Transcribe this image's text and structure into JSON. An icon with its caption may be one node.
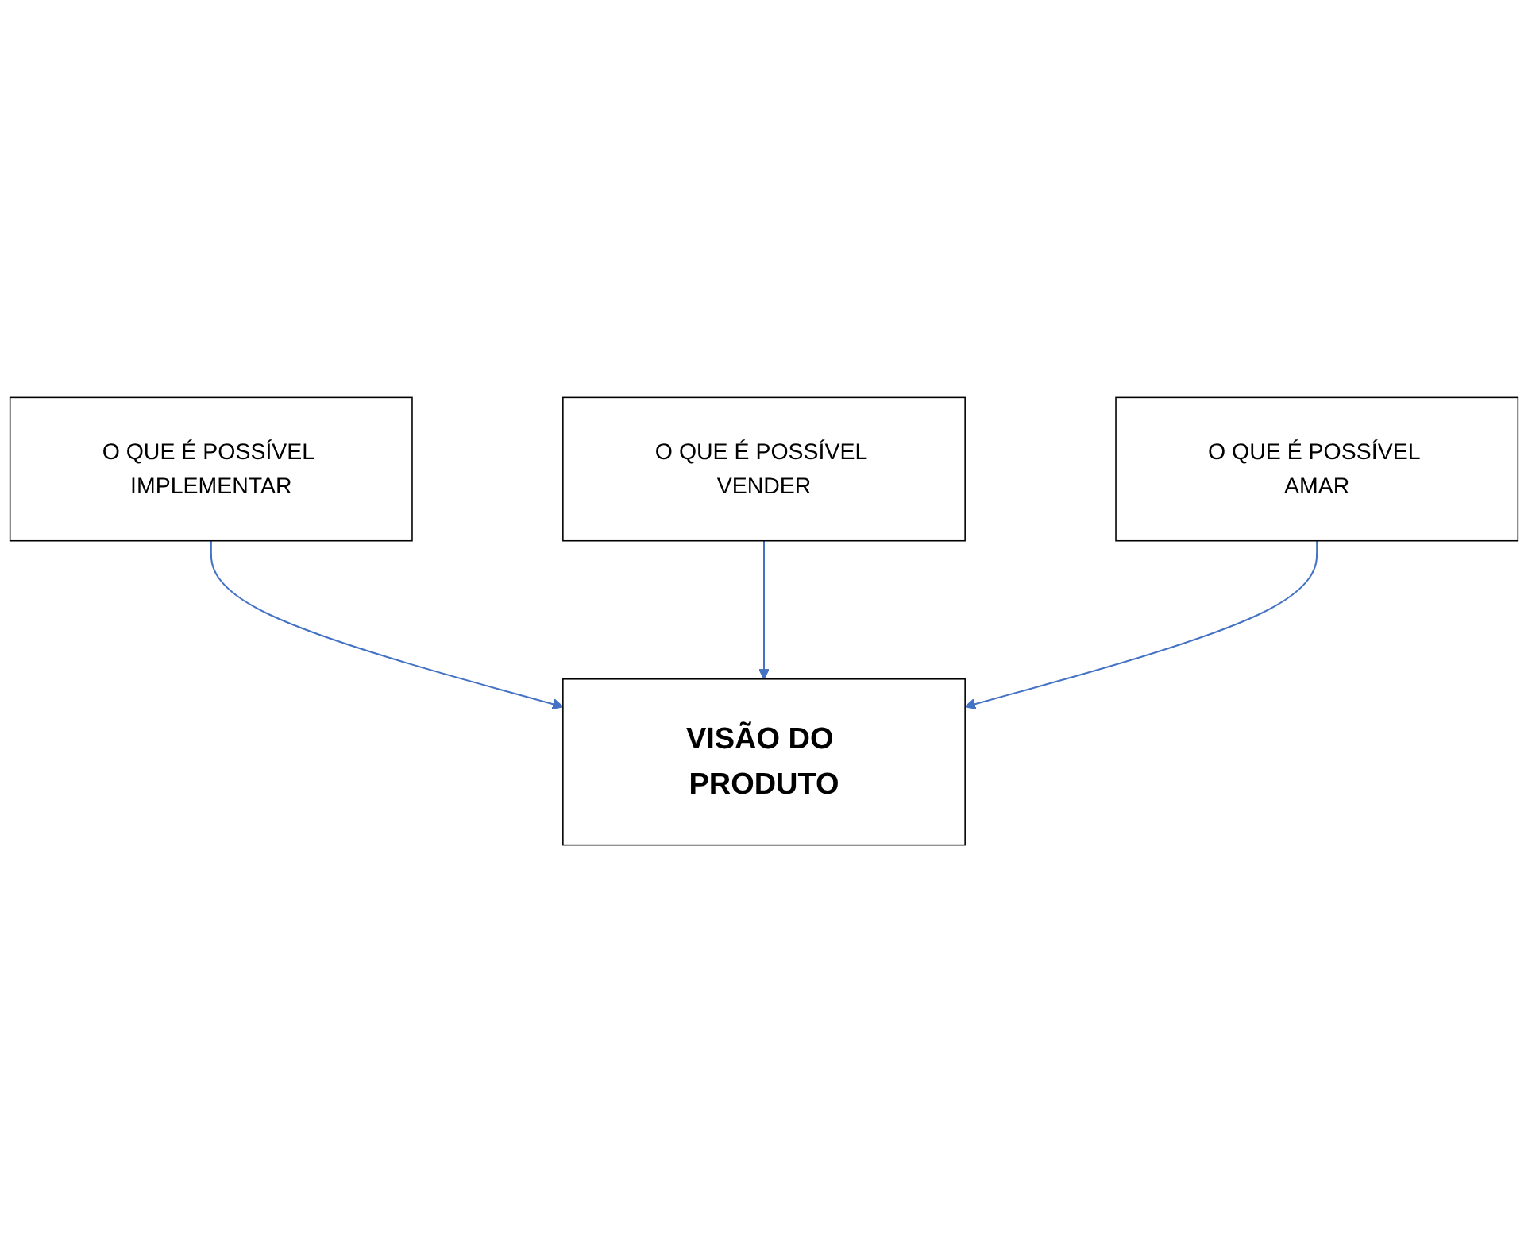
{
  "diagram": {
    "nodes": [
      {
        "text": [
          "O QUE É POSSÍVEL IMPLEMENTAR"
        ]
      },
      {
        "text": [
          "O QUE É POSSÍVEL VENDER"
        ]
      },
      {
        "text": [
          "VISÃO DO PRODUTO"
        ]
      },
      {
        "text": [
          "O QUE É POSSÍVEL AMAR"
        ]
      }
    ],
    "edges": [
      {
        "from": 0,
        "to": 2,
        "arrow": "to"
      },
      {
        "from": 1,
        "to": 2,
        "arrow": "to"
      },
      {
        "from": 3,
        "to": 2,
        "arrow": "to"
      }
    ]
  }
}
